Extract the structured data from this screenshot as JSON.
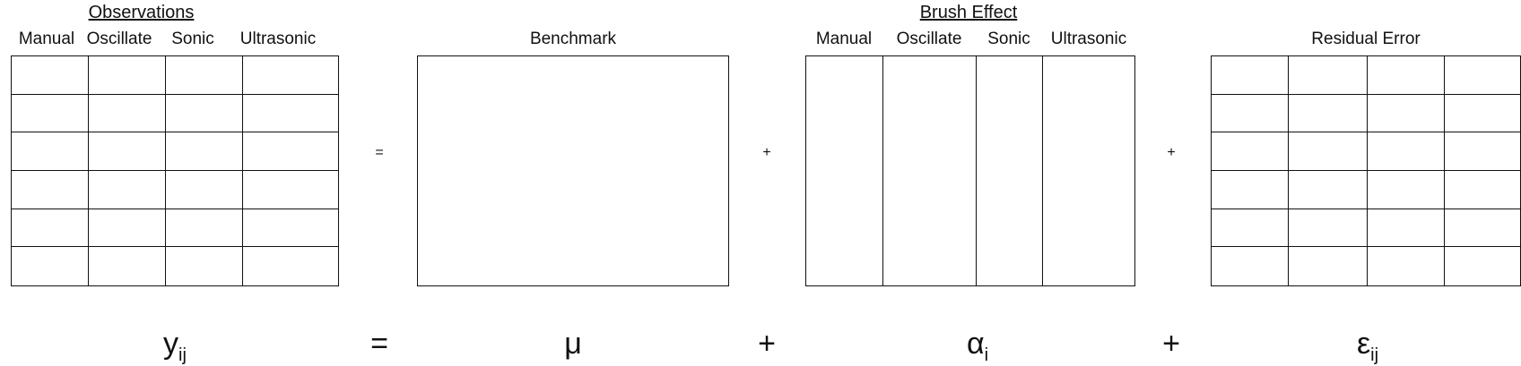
{
  "observations": {
    "title": "Observations",
    "columns": [
      "Manual",
      "Oscillate",
      "Sonic",
      "Ultrasonic"
    ],
    "rows": 6
  },
  "benchmark": {
    "title": "Benchmark"
  },
  "brush_effect": {
    "title": "Brush Effect",
    "columns": [
      "Manual",
      "Oscillate",
      "Sonic",
      "Ultrasonic"
    ]
  },
  "residual_error": {
    "title": "Residual Error",
    "columns": 4,
    "rows": 6
  },
  "operators": {
    "equals": "=",
    "plus": "+"
  },
  "equation": {
    "y": "y",
    "y_sub": "ij",
    "mu": "μ",
    "alpha": "α",
    "alpha_sub": "i",
    "epsilon": "ε",
    "epsilon_sub": "ij"
  }
}
